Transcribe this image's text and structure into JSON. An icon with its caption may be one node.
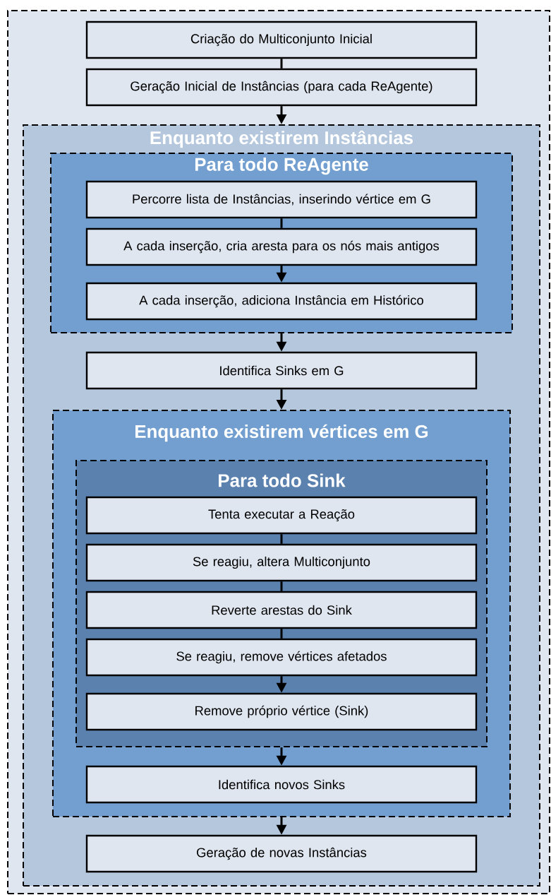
{
  "diagram": {
    "nodes": [
      {
        "text": [],
        "shape": "box"
      },
      {
        "text": [
          "Criação do Multiconjunto Inicial"
        ],
        "in": 0
      },
      {
        "text": [
          "Geração Inicial de Instâncias (para cada ReAgente)"
        ],
        "in": 0
      },
      {
        "text": [
          "Enquanto existirem Instâncias"
        ],
        "in": 0
      },
      {
        "text": [
          "Para todo ReAgente"
        ],
        "in": 3
      },
      {
        "text": [
          "Percorre lista de Instâncias, inserindo vértice em G"
        ],
        "in": 4
      },
      {
        "text": [
          "A cada inserção, cria aresta para os nós mais antigos"
        ],
        "in": 4
      },
      {
        "text": [
          "A cada inserção, adiciona Instância em Histórico"
        ],
        "in": 4
      },
      {
        "text": [
          "Identifica Sinks em G"
        ],
        "in": 3
      },
      {
        "text": [
          "Enquanto existirem vértices em G"
        ],
        "in": 3
      },
      {
        "text": [
          "Para todo Sink"
        ],
        "in": 9
      },
      {
        "text": [
          "Tenta executar a Reação"
        ],
        "in": 10
      },
      {
        "text": [
          "Se reagiu, altera Multiconjunto"
        ],
        "in": 10
      },
      {
        "text": [
          "Reverte arestas do Sink"
        ],
        "in": 10
      },
      {
        "text": [
          "Se reagiu, remove vértices afetados"
        ],
        "in": 10
      },
      {
        "text": [
          "Remove próprio vértice (Sink)"
        ],
        "in": 10
      },
      {
        "text": [
          "Identifica novos Sinks"
        ],
        "in": 9
      },
      {
        "text": [
          "Geração de novas Instâncias"
        ],
        "in": 3
      }
    ],
    "edges": [
      {
        "from": 1,
        "to": 2,
        "arrow": "none"
      },
      {
        "from": 2,
        "to": 3,
        "arrow": "to"
      },
      {
        "from": 5,
        "to": 6,
        "arrow": "none"
      },
      {
        "from": 6,
        "to": 7,
        "arrow": "to"
      },
      {
        "from": 4,
        "to": 8,
        "arrow": "to"
      },
      {
        "from": 8,
        "to": 9,
        "arrow": "to"
      },
      {
        "from": 11,
        "to": 12,
        "arrow": "none"
      },
      {
        "from": 12,
        "to": 13,
        "arrow": "none"
      },
      {
        "from": 13,
        "to": 14,
        "arrow": "none"
      },
      {
        "from": 14,
        "to": 15,
        "arrow": "to"
      },
      {
        "from": 10,
        "to": 16,
        "arrow": "to"
      },
      {
        "from": 9,
        "to": 17,
        "arrow": "to"
      }
    ]
  }
}
